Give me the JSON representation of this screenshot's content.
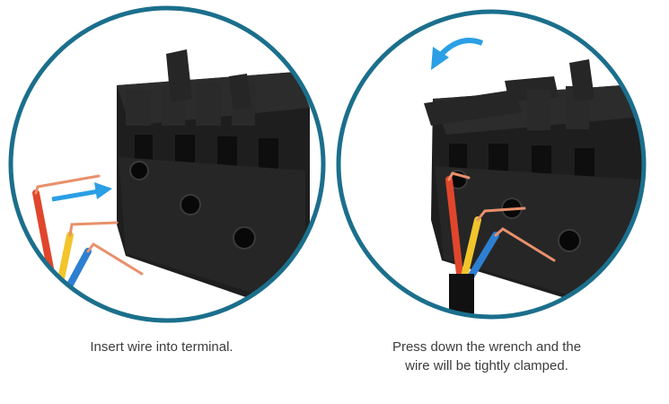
{
  "colors": {
    "ring": "#1b6f8c",
    "terminal_body": "#1e1e1e",
    "terminal_shade": "#333333",
    "copper": "#e8906b",
    "wire_red": "#e0462c",
    "wire_yellow": "#f1c52b",
    "wire_blue": "#2d7fd1",
    "arrow_blue": "#2a9fe5",
    "sheath_black": "#111111",
    "caption_text": "#3d3d3d"
  },
  "steps": [
    {
      "icon": "terminal-wire-insert-illustration",
      "arrow_icon": "insert-arrow-icon",
      "caption_lines": [
        "Insert wire into terminal."
      ]
    },
    {
      "icon": "terminal-wire-clamped-illustration",
      "arrow_icon": "rotate-arrow-icon",
      "caption_lines": [
        "Press down the wrench and the",
        "wire will be tightly clamped."
      ]
    }
  ]
}
